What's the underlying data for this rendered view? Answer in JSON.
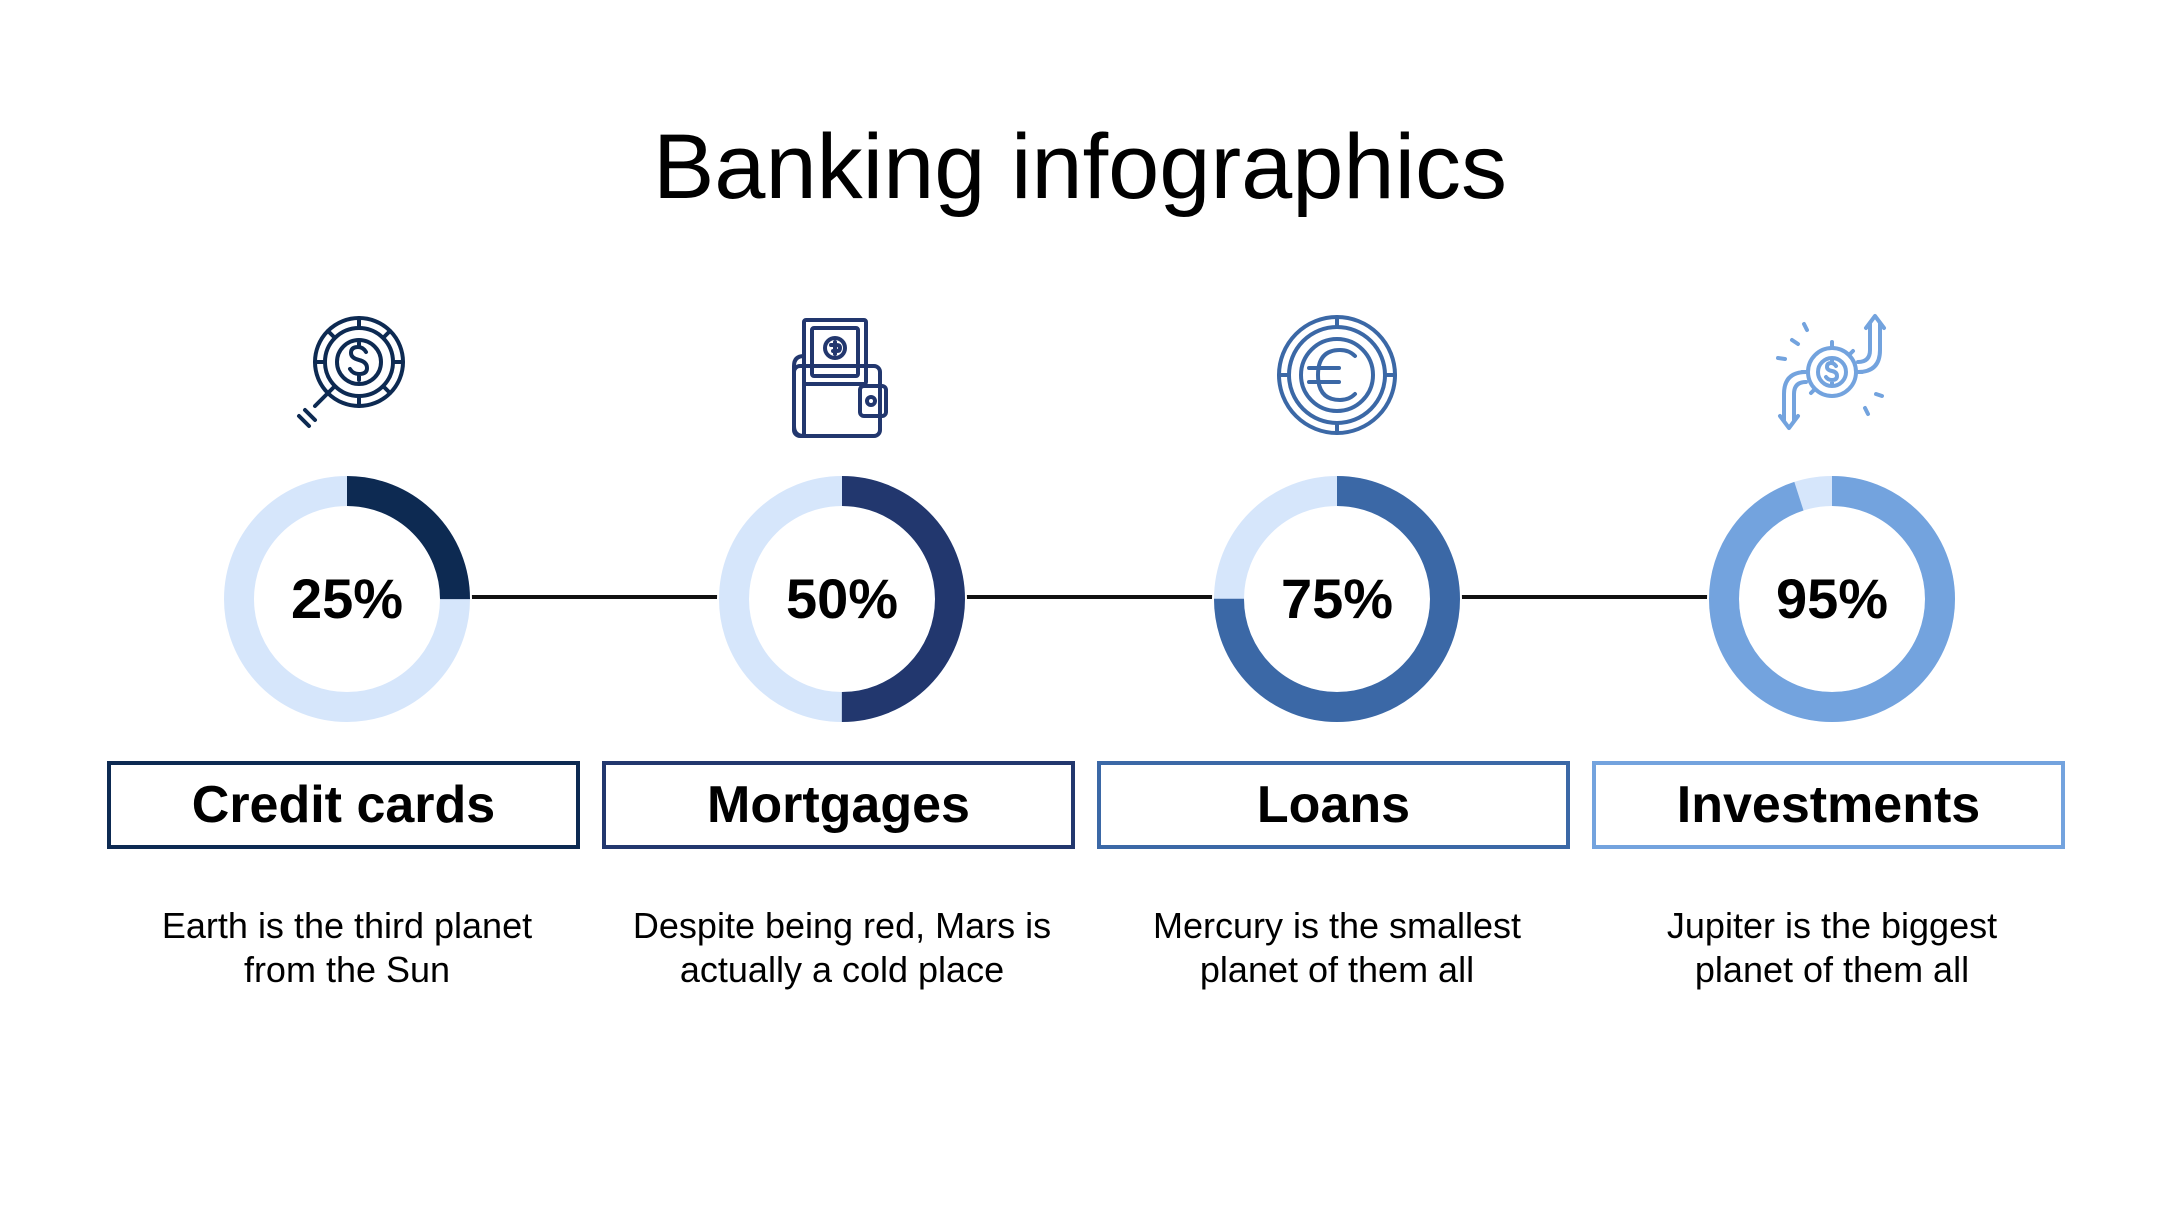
{
  "title": "Banking infographics",
  "items": [
    {
      "percent_label": "25%",
      "percent": 25,
      "label": "Credit cards",
      "desc_line1": "Earth is the third planet",
      "desc_line2": "from the Sun",
      "icon": "magnifier-dollar-icon",
      "color": "#0d2a52",
      "track_color": "#d6e6fb"
    },
    {
      "percent_label": "50%",
      "percent": 50,
      "label": "Mortgages",
      "desc_line1": "Despite being red, Mars is",
      "desc_line2": "actually a cold place",
      "icon": "wallet-cash-icon",
      "color": "#22376e",
      "track_color": "#d6e6fb"
    },
    {
      "percent_label": "75%",
      "percent": 75,
      "label": "Loans",
      "desc_line1": "Mercury is the smallest",
      "desc_line2": "planet of them all",
      "icon": "euro-coin-icon",
      "color": "#3b68a6",
      "track_color": "#d6e6fb"
    },
    {
      "percent_label": "95%",
      "percent": 95,
      "label": "Investments",
      "desc_line1": "Jupiter is the biggest",
      "desc_line2": "planet of them all",
      "icon": "dollar-coin-arrows-icon",
      "color": "#73a3de",
      "track_color": "#d6e6fb"
    }
  ]
}
